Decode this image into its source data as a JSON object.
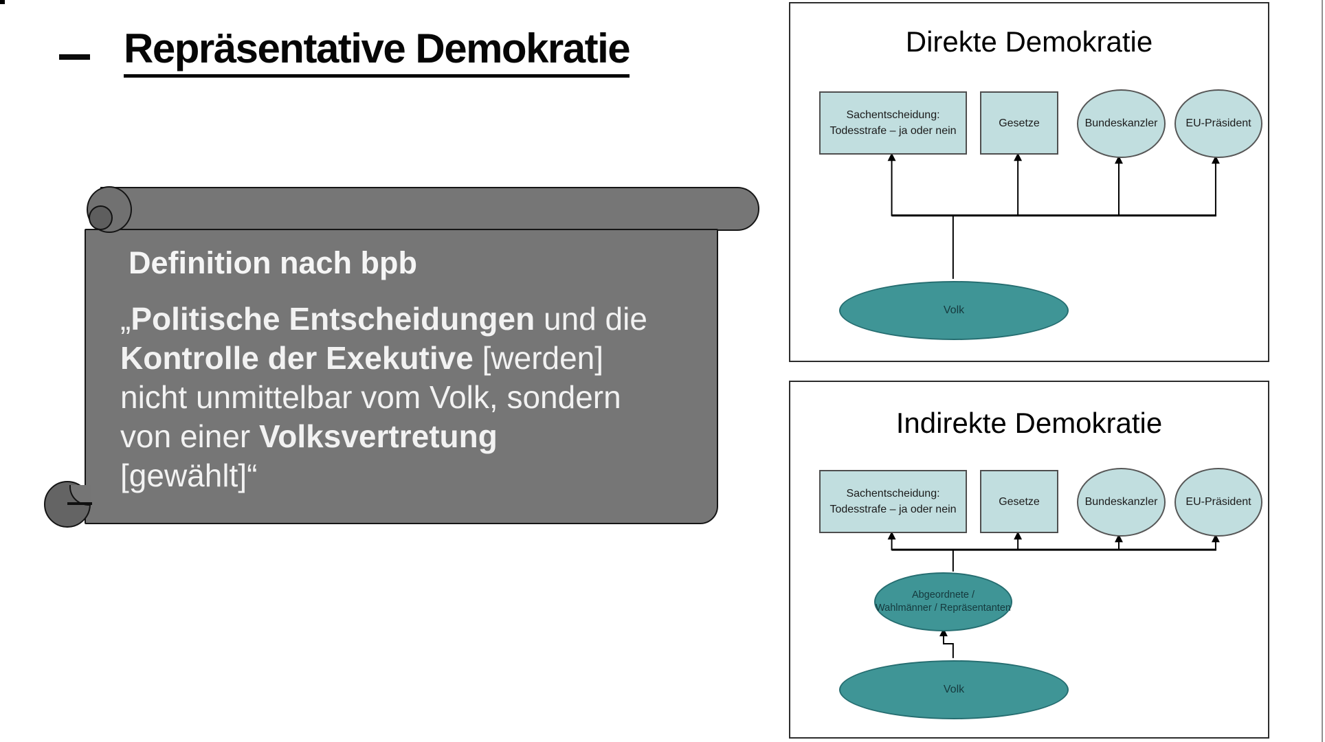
{
  "page": {
    "title": "Repräsentative Demokratie",
    "title_bullet_icon": "dash-icon"
  },
  "definition": {
    "heading": "Definition nach bpb",
    "quote_lines": [
      {
        "pre": "„",
        "bold": "Politische Entscheidungen",
        "post": " und die"
      },
      {
        "pre": "",
        "bold": "Kontrolle der Exekutive",
        "post": " [werden]"
      },
      {
        "pre": "nicht unmittelbar vom Volk, sondern",
        "bold": "",
        "post": ""
      },
      {
        "pre": "von einer ",
        "bold": "Volksvertretung",
        "post": ""
      },
      {
        "pre": "[gewählt]“",
        "bold": "",
        "post": ""
      }
    ]
  },
  "diagrams": {
    "direct": {
      "title": "Direkte Demokratie",
      "box1_line1": "Sachentscheidung:",
      "box1_line2": "Todesstrafe – ja oder nein",
      "box2": "Gesetze",
      "ellipse1": "Bundeskanzler",
      "ellipse2": "EU-Präsident",
      "people": "Volk"
    },
    "indirect": {
      "title": "Indirekte Demokratie",
      "box1_line1": "Sachentscheidung:",
      "box1_line2": "Todesstrafe – ja oder nein",
      "box2": "Gesetze",
      "ellipse1": "Bundeskanzler",
      "ellipse2": "EU-Präsident",
      "middle_line1": "Abgeordnete /",
      "middle_line2": "Wahlmänner / Repräsentanten",
      "people": "Volk"
    }
  },
  "colors": {
    "shape_fill_light": "#c1dedf",
    "shape_fill_teal": "#3f9596",
    "scroll_gray": "#767676",
    "outline_dark": "#151515"
  }
}
